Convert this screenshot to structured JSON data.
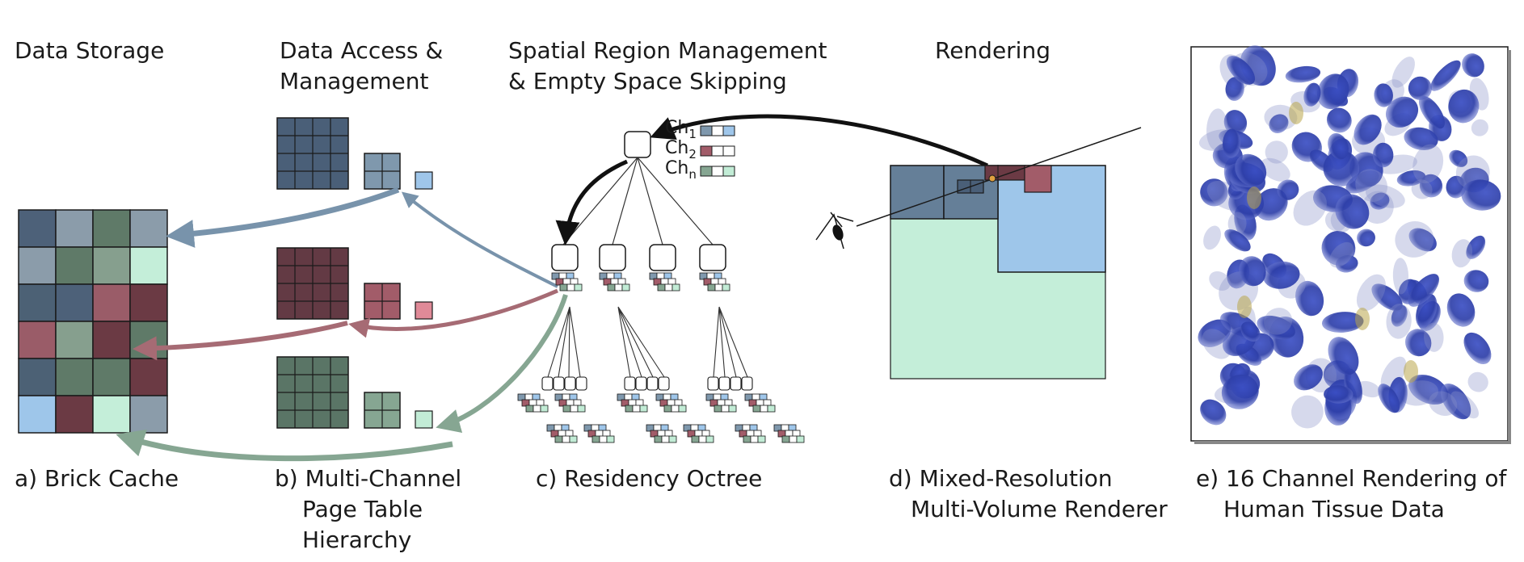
{
  "headers": {
    "storage": "Data Storage",
    "access": [
      "Data Access &",
      "Management"
    ],
    "spatial": [
      "Spatial Region Management",
      "& Empty Space Skipping"
    ],
    "rendering": "Rendering"
  },
  "captions": {
    "a": "a) Brick Cache",
    "b": [
      "b) Multi-Channel",
      "Page Table",
      "Hierarchy"
    ],
    "c": "c) Residency Octree",
    "d": [
      "d) Mixed-Resolution",
      "Multi-Volume Renderer"
    ],
    "e": [
      "e) 16 Channel Rendering of",
      "Human Tissue Data"
    ]
  },
  "channel_legend": [
    {
      "base": "Ch",
      "sub": "1"
    },
    {
      "base": "Ch",
      "sub": "2"
    },
    {
      "base": "Ch",
      "sub": "n"
    }
  ],
  "colors": {
    "blue_dark": "#4a5f78",
    "blue_mid": "#7f98ad",
    "blue_light": "#9fc6ea",
    "red_dark": "#633a44",
    "red_mid": "#a25c69",
    "red_light": "#e08a98",
    "green_dark": "#5a7566",
    "green_mid": "#86a692",
    "green_light": "#c2ecd6",
    "arrow_blue": "#7893ab",
    "arrow_red": "#a66b74",
    "arrow_green": "#86a692",
    "outline": "#1a1a1a",
    "cell_blue": "#4d6179",
    "cell_pink": "#9a5c68",
    "cell_green": "#869f8e",
    "cell_red": "#6b3a44",
    "cell_greydark": "#4c6175",
    "cell_greymid": "#8b9caa",
    "cell_lightblue": "#9ec6ea",
    "cell_lightgreen": "#c4eed9",
    "cell_greenmid": "#5f7a68",
    "renderer_green": "#c4eed9",
    "renderer_blue": "#9ec6ea",
    "renderer_dark": "#657f98",
    "renderer_red": "#a25c69",
    "renderer_maroon": "#6b3a44",
    "ray_point": "#e0a040"
  },
  "brick_cache_grid": [
    [
      "blue",
      "greymid",
      "greenmid",
      "greymid"
    ],
    [
      "greymid",
      "greenmid",
      "green",
      "lightgreen"
    ],
    [
      "greydark",
      "blue",
      "pink",
      "red"
    ],
    [
      "pink",
      "green",
      "red",
      "greenmid"
    ],
    [
      "greydark",
      "greenmid",
      "greenmid",
      "red"
    ],
    [
      "lightblue",
      "red",
      "lightgreen",
      "greymid"
    ]
  ]
}
